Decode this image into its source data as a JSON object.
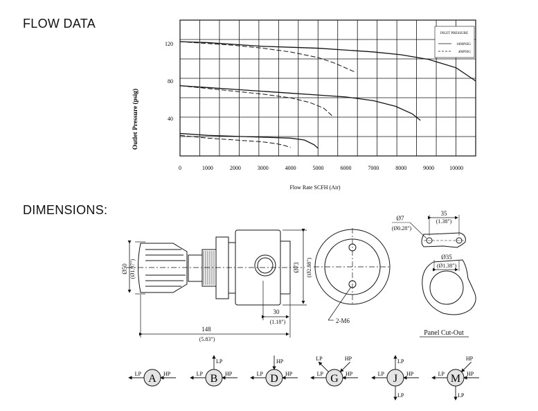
{
  "headings": {
    "flow": "FLOW DATA",
    "dimensions": "DIMENSIONS:"
  },
  "chart_data": {
    "type": "line",
    "xlabel": "Flow Rate SCFH (Air)",
    "ylabel": "Outlet Pressure (psig)",
    "x_ticks": [
      "0",
      "1000",
      "2000",
      "3000",
      "4000",
      "5000",
      "6000",
      "7000",
      "8000",
      "9000",
      "10000"
    ],
    "y_ticks": [
      "40",
      "80",
      "120"
    ],
    "legend": {
      "title": "INLET PRESSURE",
      "items": [
        "1000PSIG",
        "400PSIG"
      ]
    },
    "xlim": [
      0,
      10700
    ],
    "ylim": [
      0,
      145
    ],
    "grid": true,
    "series": [
      {
        "name": "1000PSIG",
        "style": "solid",
        "x": [
          0,
          1000,
          2000,
          3000,
          4000,
          5000,
          6000,
          7000,
          8000,
          9000,
          10000,
          10700
        ],
        "y": [
          122,
          121,
          119,
          117,
          116,
          115,
          113,
          111,
          108,
          103,
          94,
          80
        ]
      },
      {
        "name": "400PSIG",
        "style": "dashed",
        "x": [
          0,
          1000,
          2000,
          3000,
          4000,
          5000,
          5600,
          6300
        ],
        "y": [
          122,
          120,
          118,
          115,
          111,
          105,
          99,
          90
        ]
      },
      {
        "name": "1000PSIG",
        "style": "solid",
        "x": [
          0,
          1000,
          2000,
          3000,
          4000,
          5000,
          6000,
          7000,
          7800,
          8400,
          8700
        ],
        "y": [
          75,
          73,
          71,
          69,
          67,
          65,
          63,
          59,
          53,
          45,
          38
        ]
      },
      {
        "name": "400PSIG",
        "style": "dashed",
        "x": [
          0,
          1000,
          2000,
          3000,
          4000,
          4700,
          5200,
          5500
        ],
        "y": [
          75,
          72,
          69,
          66,
          62,
          57,
          51,
          43
        ]
      },
      {
        "name": "1000PSIG",
        "style": "solid",
        "x": [
          0,
          1000,
          2000,
          3000,
          4000,
          4500,
          4850,
          5000
        ],
        "y": [
          24,
          22,
          21,
          20,
          19,
          17,
          12,
          8
        ]
      },
      {
        "name": "400PSIG",
        "style": "dashed",
        "x": [
          0,
          1000,
          2000,
          3000,
          3500,
          3800,
          4000
        ],
        "y": [
          22,
          19,
          17,
          15,
          13,
          11,
          9
        ]
      }
    ]
  },
  "dimensions": {
    "d50": "Ø50",
    "d50in": "(Ø1.97\")",
    "d73": "Ø73",
    "d73in": "(Ø2.88\")",
    "len148": "148",
    "len148in": "(5.83\")",
    "len30": "30",
    "len30in": "(1.18\")",
    "m6": "2-M6",
    "d7": "Ø7",
    "d7in": "(Ø0.28\")",
    "len35": "35",
    "len35in": "(1.38\")",
    "d35": "Ø35",
    "d35in": "(Ø1.38\")",
    "cutout": "Panel Cut-Out"
  },
  "ports": [
    {
      "letter": "A",
      "lp": "LP",
      "hp": "HP"
    },
    {
      "letter": "B",
      "lp": "LP",
      "hp": "HP",
      "top": "LP"
    },
    {
      "letter": "D",
      "lp": "LP",
      "hp": "HP",
      "top": "HP"
    },
    {
      "letter": "G",
      "lp": "LP",
      "hp": "HP",
      "tl": "LP",
      "tr": "HP"
    },
    {
      "letter": "J",
      "lp": "LP",
      "hp": "HP",
      "top": "LP",
      "bottom": "LP"
    },
    {
      "letter": "M",
      "lp": "LP",
      "hp": "HP",
      "tr": "HP",
      "bottom": "LP"
    }
  ]
}
